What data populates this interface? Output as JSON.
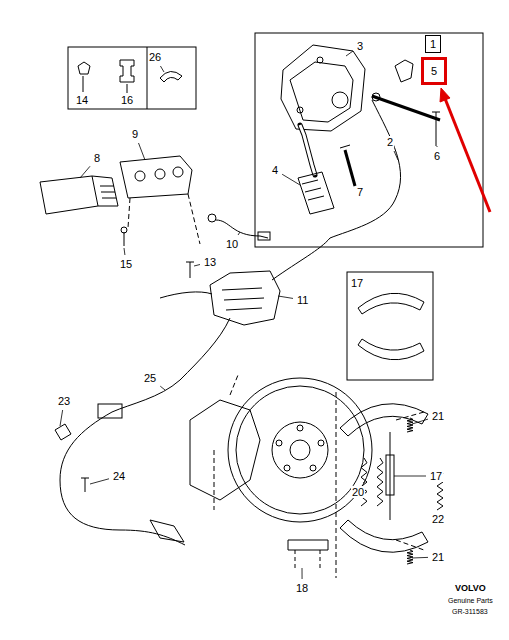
{
  "diagram": {
    "nodes": [
      {
        "text": [
          "1"
        ]
      },
      {
        "text": [
          "5"
        ]
      }
    ],
    "labels": [
      "14",
      "16",
      "26",
      "3",
      "2",
      "4",
      "6",
      "7",
      "8",
      "9",
      "10",
      "15",
      "13",
      "11",
      "17",
      "25",
      "23",
      "24",
      "21",
      "20",
      "17",
      "22",
      "21",
      "18",
      "VOLVO",
      "Genuine Parts",
      "GR-311583"
    ]
  }
}
